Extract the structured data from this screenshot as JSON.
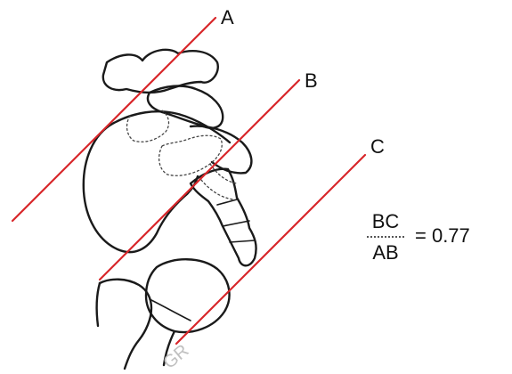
{
  "lines": [
    {
      "label": "A"
    },
    {
      "label": "B"
    },
    {
      "label": "C"
    }
  ],
  "ratio": {
    "numerator": "BC",
    "denominator": "AB",
    "equals": "= 0.77"
  },
  "watermark": "GR",
  "colors": {
    "reference_line": "#d8262a",
    "outline": "#1a1a1a"
  }
}
